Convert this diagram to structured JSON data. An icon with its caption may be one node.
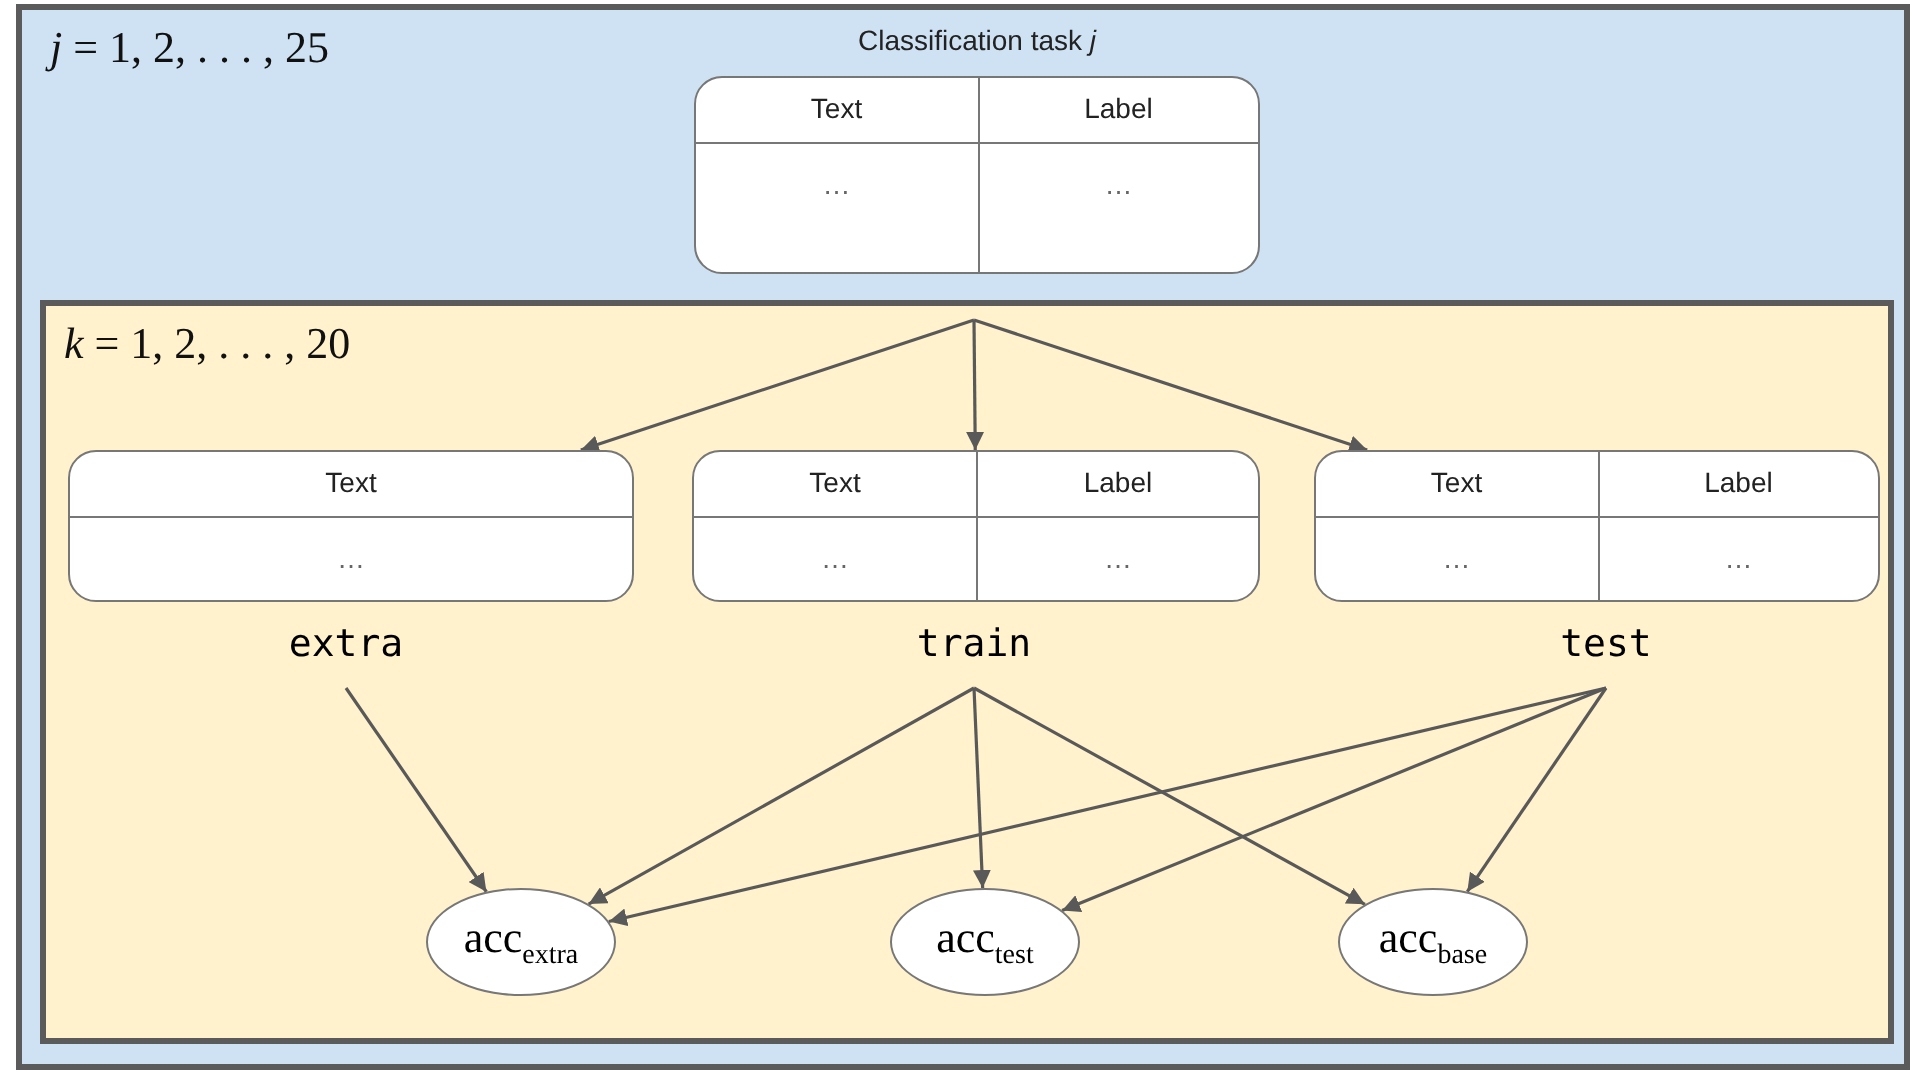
{
  "diagram": {
    "nodes": [
      {
        "text": [
          "*j* = 1, 2, . . . , 25"
        ]
      },
      {
        "text": [
          "Classification task *j*",
          "Text",
          "Label",
          "…",
          "…"
        ],
        "in": 0
      },
      {
        "text": [
          "*k* = 1, 2, . . . , 20"
        ],
        "in": 0
      },
      {
        "text": [
          "Text",
          "…"
        ],
        "in": 2
      },
      {
        "text": [
          "Text",
          "Label",
          "…",
          "…"
        ],
        "in": 2
      },
      {
        "text": [
          "Text",
          "Label",
          "…",
          "…"
        ],
        "in": 2
      },
      {
        "text": [
          "extra"
        ],
        "in": 2
      },
      {
        "text": [
          "train"
        ],
        "in": 2
      },
      {
        "text": [
          "test"
        ],
        "in": 2
      },
      {
        "text": [
          "acc$_{extra}$"
        ],
        "in": 2
      },
      {
        "text": [
          "acc$_{test}$"
        ],
        "in": 2
      },
      {
        "text": [
          "acc$_{base}$"
        ],
        "in": 2
      }
    ],
    "edges": [
      {
        "from": null,
        "to": 3,
        "arrow": "to"
      },
      {
        "from": null,
        "to": 4,
        "arrow": "to"
      },
      {
        "from": null,
        "to": 5,
        "arrow": "to"
      },
      {
        "from": 6,
        "to": 9,
        "arrow": "to"
      },
      {
        "from": 7,
        "to": 9,
        "arrow": "to"
      },
      {
        "from": 8,
        "to": 9,
        "arrow": "to"
      },
      {
        "from": 7,
        "to": 10,
        "arrow": "to"
      },
      {
        "from": 8,
        "to": 10,
        "arrow": "to"
      },
      {
        "from": 7,
        "to": 11,
        "arrow": "to"
      },
      {
        "from": 8,
        "to": 11,
        "arrow": "to"
      }
    ]
  }
}
